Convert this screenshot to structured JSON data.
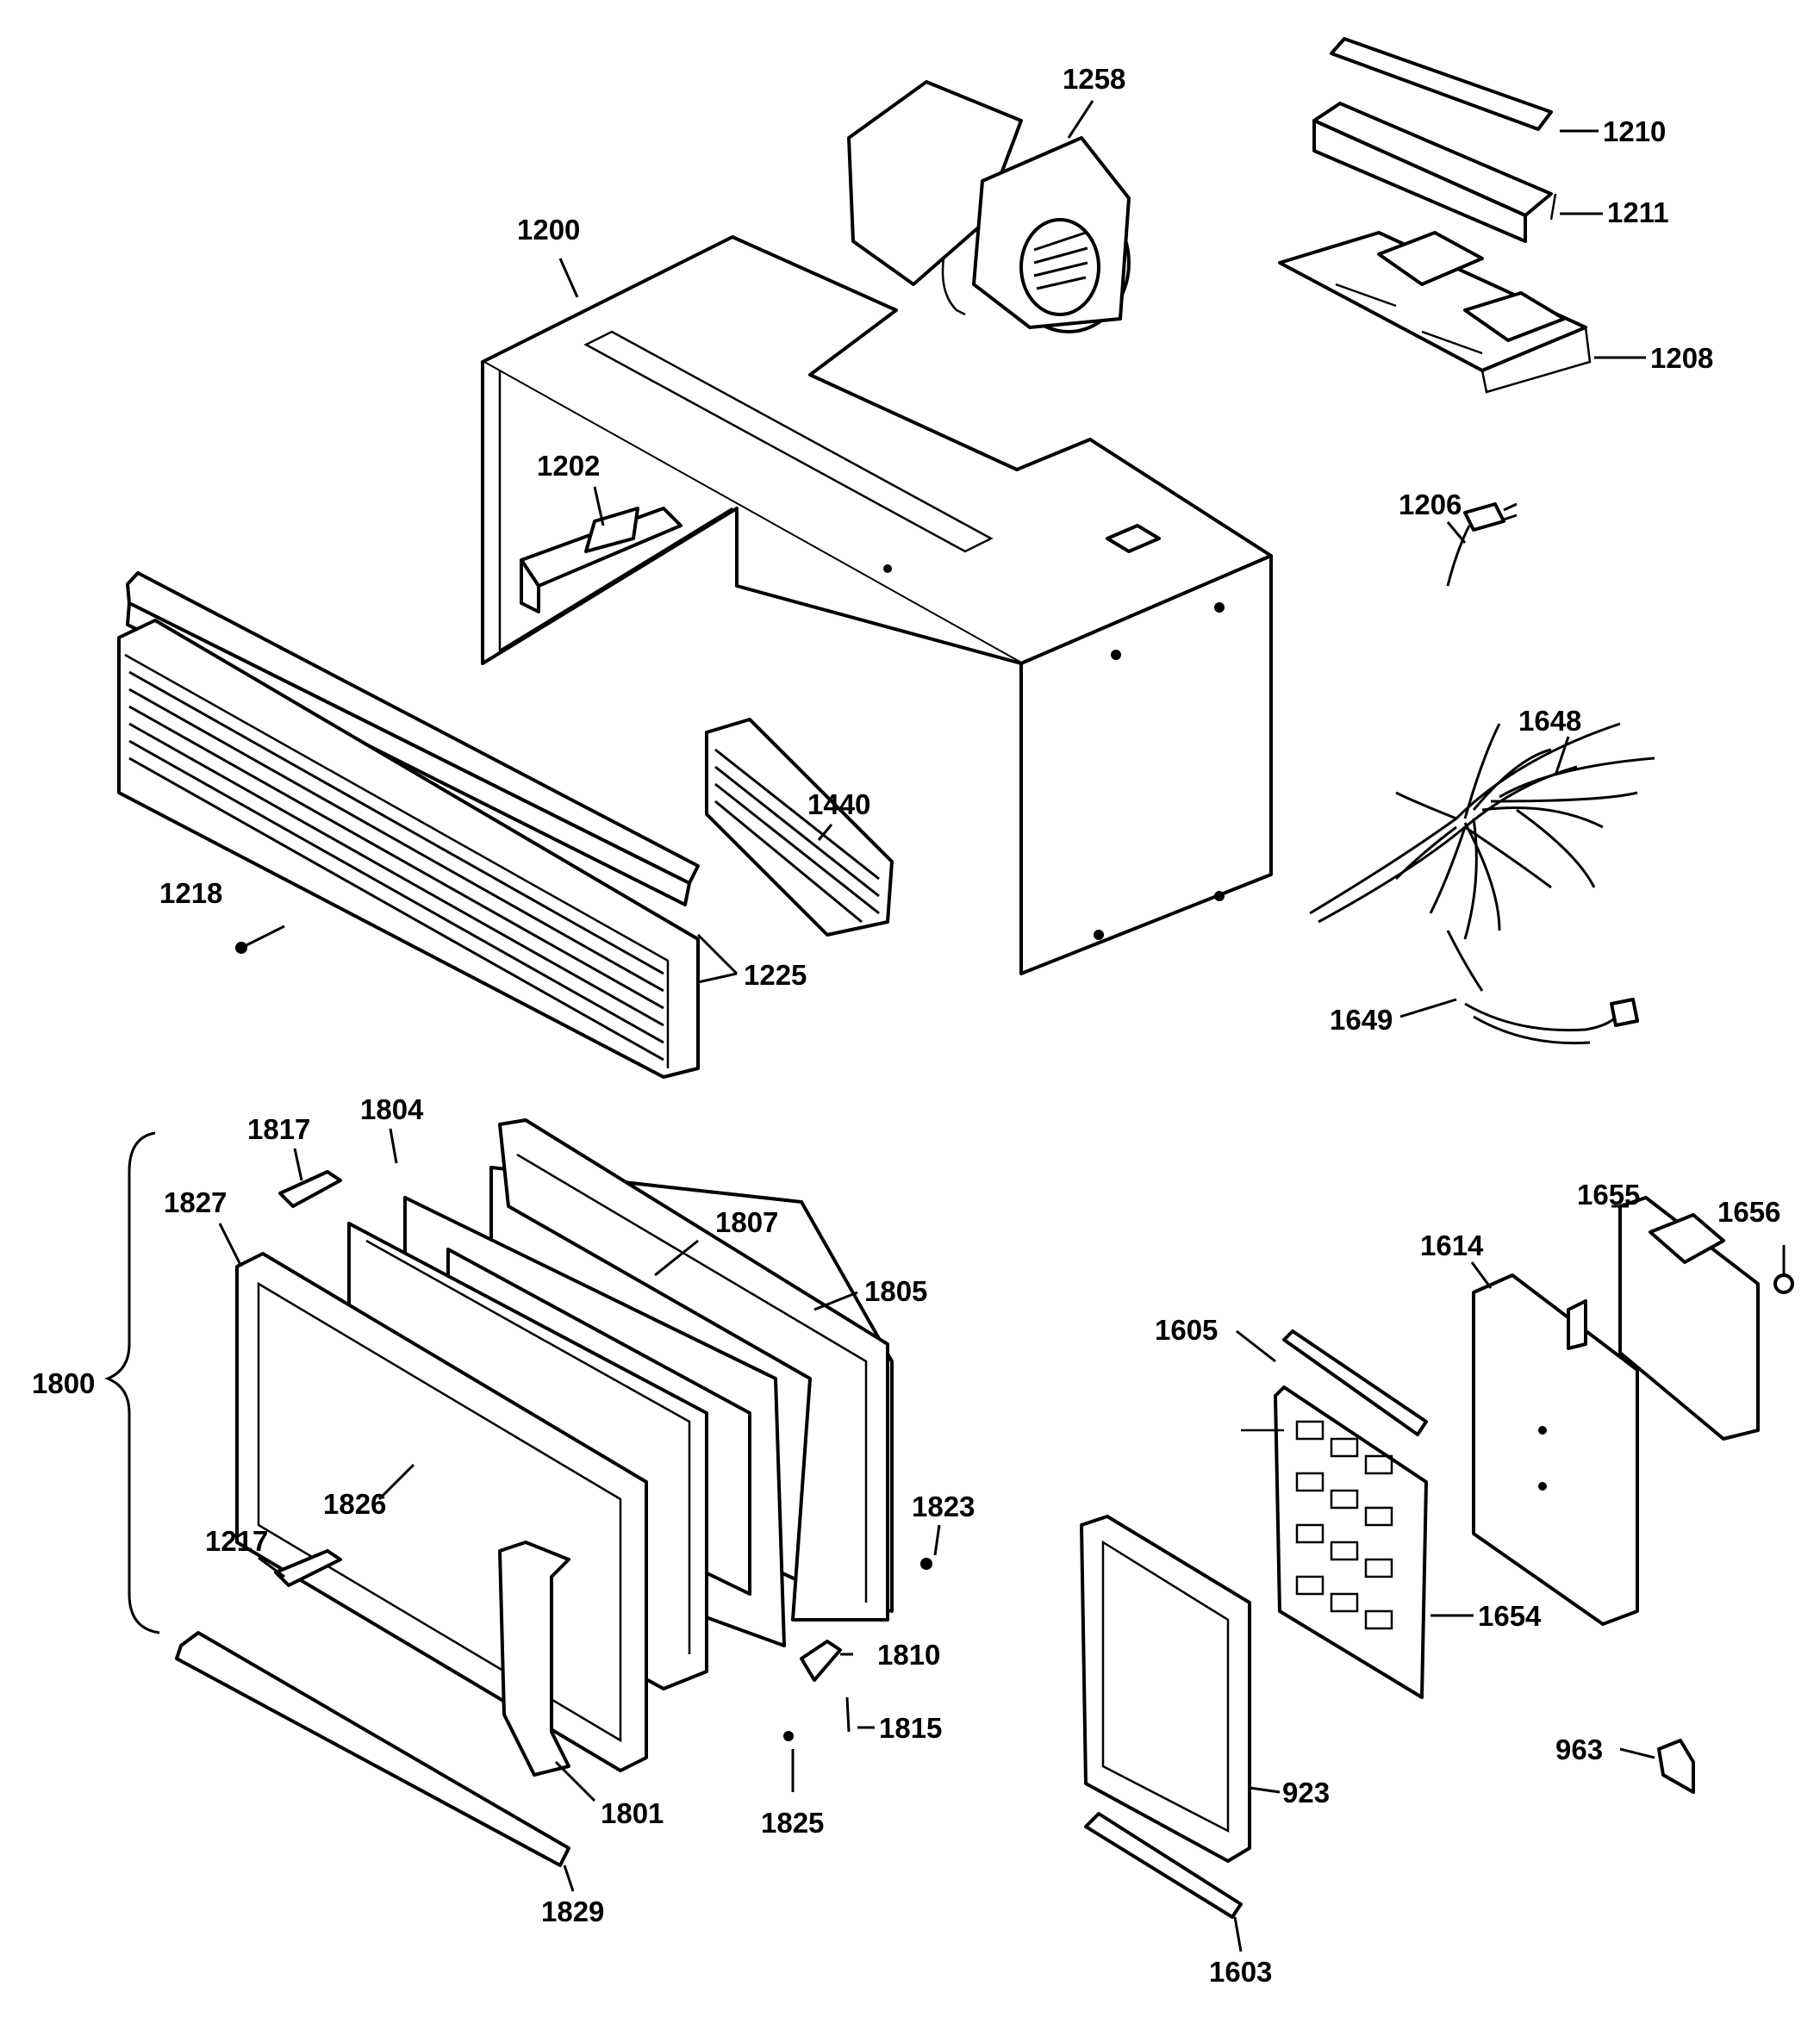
{
  "parts": {
    "p1258": "1258",
    "p1210": "1210",
    "p1211": "1211",
    "p1200": "1200",
    "p1208": "1208",
    "p1202": "1202",
    "p1206": "1206",
    "p1648": "1648",
    "p1440": "1440",
    "p1218": "1218",
    "p1225": "1225",
    "p1649": "1649",
    "p1817": "1817",
    "p1804": "1804",
    "p1807": "1807",
    "p1827": "1827",
    "p1805": "1805",
    "p1655": "1655",
    "p1656": "1656",
    "p1614": "1614",
    "p1605": "1605",
    "p1800": "1800",
    "p1826": "1826",
    "p1823": "1823",
    "p1217": "1217",
    "p1654": "1654",
    "p1810": "1810",
    "p1815": "1815",
    "p963": "963",
    "p923": "923",
    "p1801": "1801",
    "p1825": "1825",
    "p1829": "1829",
    "p1603": "1603"
  }
}
